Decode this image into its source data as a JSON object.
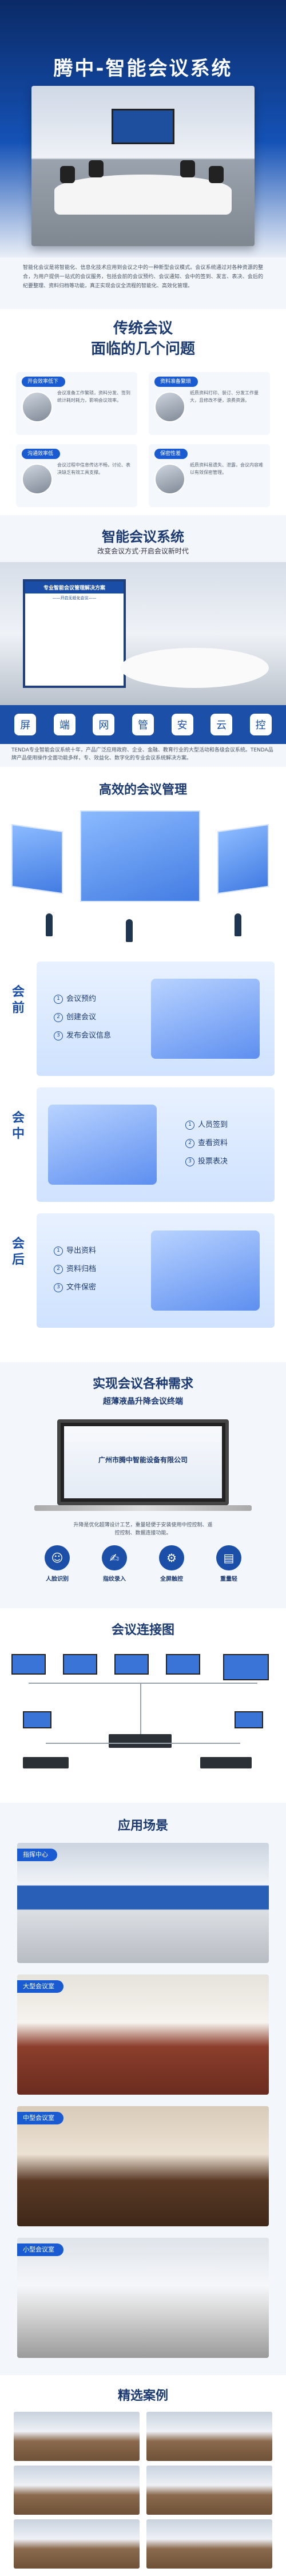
{
  "hero": {
    "title": "腾中-智能会议系统"
  },
  "intro": {
    "text": "智能化会议是将智能化、信息化技术应用到会议之中的一种新型会议模式。会议系统通过对各种资源的整合，为用户提供一站式的会议服务，包括会前的会议预约、会议通知、会中的签到、发言、表决、会后的纪要整理、资料归档等功能，真正实现会议全流程的智能化、高效化管理。"
  },
  "problems": {
    "title_line1": "传统会议",
    "title_line2": "面临的几个问题",
    "items": [
      {
        "tag": "开会效率低下",
        "text": "会议准备工作繁琐，资料分发、签到统计耗时耗力，影响会议效率。"
      },
      {
        "tag": "资料准备繁琐",
        "text": "纸质资料打印、装订、分发工作量大，且修改不便，浪费资源。"
      },
      {
        "tag": "沟通效率低",
        "text": "会议过程中信息传达不畅，讨论、表决缺乏有效工具支撑。"
      },
      {
        "tag": "保密性差",
        "text": "纸质资料易遗失、泄露，会议内容难以有效保密管理。"
      }
    ]
  },
  "smart": {
    "title": "智能会议系统",
    "subtitle": "改变会议方式·开启会议新时代",
    "board_title": "专业智能会议管理解决方案",
    "board_sub": "——开启无纸化会议——",
    "features": [
      "屏",
      "端",
      "网",
      "管",
      "安",
      "云",
      "控"
    ],
    "desc": "TENDA专业智能会议系统十年，产品广泛应用政府、企业、金融、教育行业的大型活动和各级会议系统。TENDA品牌产品使用操作全面功能多样，专、效益化、数字化的专业会议系统解决方案。"
  },
  "management": {
    "title": "高效的会议管理",
    "stages": [
      {
        "label": "会前",
        "items": [
          "会议预约",
          "创建会议",
          "发布会议信息"
        ]
      },
      {
        "label": "会中",
        "items": [
          "人员签到",
          "查看资料",
          "投票表决"
        ]
      },
      {
        "label": "会后",
        "items": [
          "导出资料",
          "资料归档",
          "文件保密"
        ]
      }
    ]
  },
  "requirements": {
    "title": "实现会议各种需求",
    "subtitle": "超薄液晶升降会议终端",
    "terminal_name": "广州市腾中智能设备有限公司",
    "desc": "升降是优化超薄设计工艺，重量轻便于安装使用中控控制、遥控控制、数据连接功能。",
    "icons": [
      {
        "icon": "☺",
        "label": "人脸识别"
      },
      {
        "icon": "✍",
        "label": "指纹录入"
      },
      {
        "icon": "⚙",
        "label": "全屏触控"
      },
      {
        "icon": "▤",
        "label": "重量轻"
      }
    ]
  },
  "connection": {
    "title": "会议连接图"
  },
  "scenarios": {
    "title": "应用场景",
    "items": [
      {
        "tag": "指挥中心"
      },
      {
        "tag": "大型会议室"
      },
      {
        "tag": "中型会议室"
      },
      {
        "tag": "小型会议室"
      }
    ]
  },
  "cases": {
    "title": "精选案例"
  }
}
